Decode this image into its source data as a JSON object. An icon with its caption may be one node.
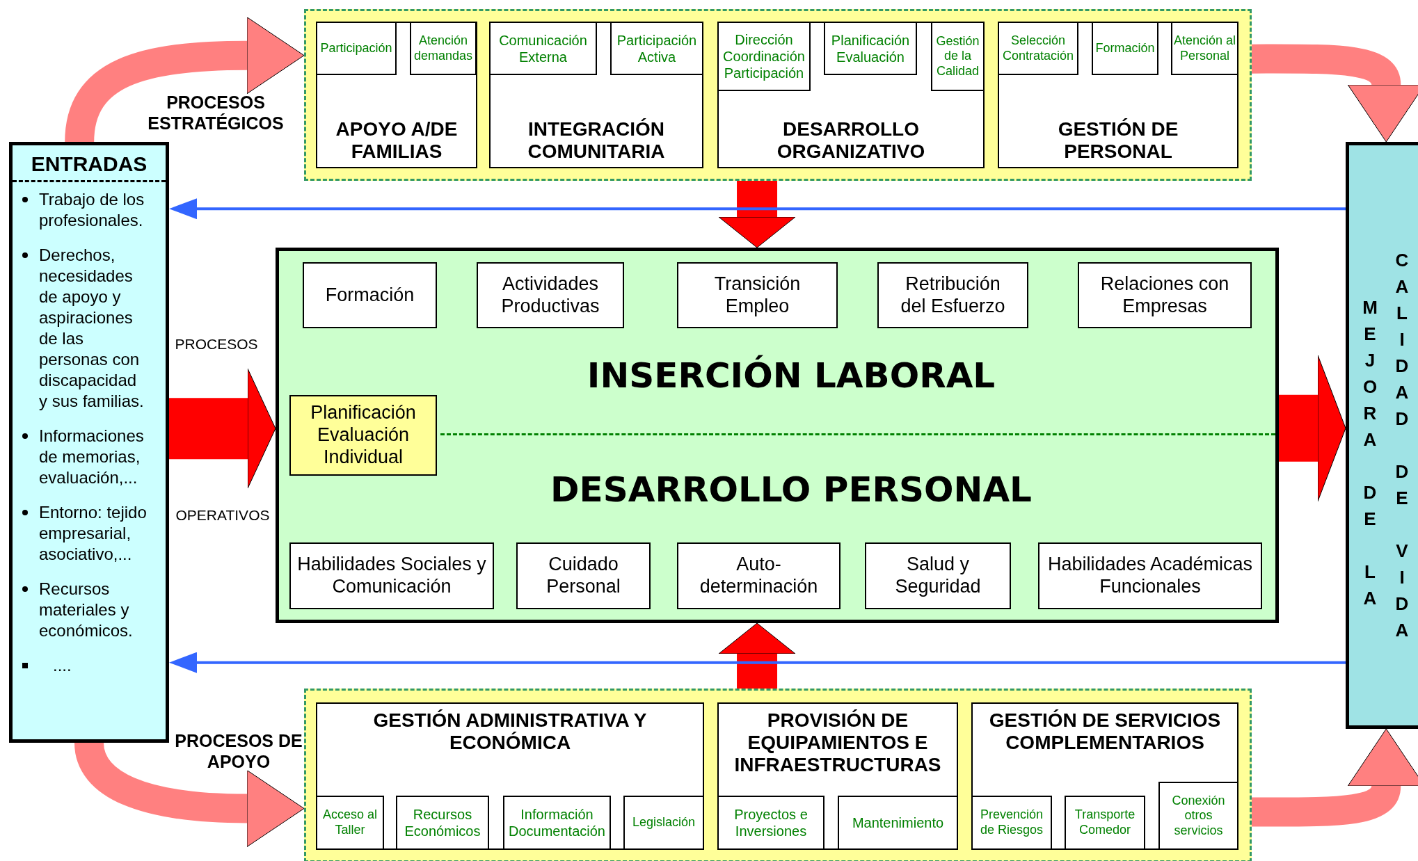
{
  "diagram": {
    "nodes": [
      {
        "text": [
          "ENTRADAS",
          "Trabajo de los profesionales.",
          "Derechos, necesidades de apoyo y aspiraciones de las personas con discapacidad y sus familias.",
          "Informaciones de memorias, evaluación,...",
          "Entorno: tejido empresarial, asociativo,...",
          "Recursos materiales y económicos.",
          "...."
        ]
      },
      {
        "text": [
          "MEJORA DE LA",
          "CALIDAD DE VIDA"
        ]
      },
      {
        "text": [],
        "shape": "box"
      },
      {
        "text": [
          "APOYO A/DE FAMILIAS"
        ],
        "in": 2
      },
      {
        "text": [
          "Participación"
        ],
        "in": 3
      },
      {
        "text": [
          "Atención demandas"
        ],
        "in": 3
      },
      {
        "text": [
          "INTEGRACIÓN COMUNITARIA"
        ],
        "in": 2
      },
      {
        "text": [
          "Comunicación Externa"
        ],
        "in": 6
      },
      {
        "text": [
          "Participación Activa"
        ],
        "in": 6
      },
      {
        "text": [
          "DESARROLLO ORGANIZATIVO"
        ],
        "in": 2
      },
      {
        "text": [
          "Dirección Coordinación Participación"
        ],
        "in": 9
      },
      {
        "text": [
          "Planificación Evaluación"
        ],
        "in": 9
      },
      {
        "text": [
          "Gestión de la Calidad"
        ],
        "in": 9
      },
      {
        "text": [
          "GESTIÓN DE PERSONAL"
        ],
        "in": 2
      },
      {
        "text": [
          "Selección Contratación"
        ],
        "in": 13
      },
      {
        "text": [
          "Formación"
        ],
        "in": 13
      },
      {
        "text": [
          "Atención al Personal"
        ],
        "in": 13
      },
      {
        "text": [
          "INSERCIÓN LABORAL",
          "DESARROLLO PERSONAL"
        ]
      },
      {
        "text": [
          "Formación"
        ],
        "in": 17
      },
      {
        "text": [
          "Actividades Productivas"
        ],
        "in": 17
      },
      {
        "text": [
          "Transición Empleo"
        ],
        "in": 17
      },
      {
        "text": [
          "Retribución del Esfuerzo"
        ],
        "in": 17
      },
      {
        "text": [
          "Relaciones con Empresas"
        ],
        "in": 17
      },
      {
        "text": [
          "Planificación Evaluación Individual"
        ],
        "in": 17
      },
      {
        "text": [
          "Habilidades Sociales y Comunicación"
        ],
        "in": 17
      },
      {
        "text": [
          "Cuidado Personal"
        ],
        "in": 17
      },
      {
        "text": [
          "Auto-determinación"
        ],
        "in": 17
      },
      {
        "text": [
          "Salud y Seguridad"
        ],
        "in": 17
      },
      {
        "text": [
          "Habilidades Académicas Funcionales"
        ],
        "in": 17
      },
      {
        "text": [],
        "shape": "box"
      },
      {
        "text": [
          "GESTIÓN ADMINISTRATIVA Y ECONÓMICA"
        ],
        "in": 29
      },
      {
        "text": [
          "Acceso al Taller"
        ],
        "in": 30
      },
      {
        "text": [
          "Recursos Económicos"
        ],
        "in": 30
      },
      {
        "text": [
          "Información Documentación"
        ],
        "in": 30
      },
      {
        "text": [
          "Legislación"
        ],
        "in": 30
      },
      {
        "text": [
          "PROVISIÓN DE EQUIPAMIENTOS E INFRAESTRUCTURAS"
        ],
        "in": 29
      },
      {
        "text": [
          "Proyectos e Inversiones"
        ],
        "in": 35
      },
      {
        "text": [
          "Mantenimiento"
        ],
        "in": 35
      },
      {
        "text": [
          "GESTIÓN DE SERVICIOS COMPLEMENTARIOS"
        ],
        "in": 29
      },
      {
        "text": [
          "Prevención de Riesgos"
        ],
        "in": 38
      },
      {
        "text": [
          "Transporte Comedor"
        ],
        "in": 38
      },
      {
        "text": [
          "Conexión otros servicios"
        ],
        "in": 38
      }
    ],
    "edges": [
      {
        "from": 0,
        "to": 17,
        "arrow": "to",
        "style": "thick",
        "color": "#ff0000"
      },
      {
        "from": 17,
        "to": 1,
        "arrow": "to",
        "style": "thick",
        "color": "#ff0000"
      },
      {
        "from": 2,
        "to": 17,
        "arrow": "to",
        "color": "#ff0000"
      },
      {
        "from": 29,
        "to": 17,
        "arrow": "to",
        "color": "#ff0000"
      },
      {
        "from": 1,
        "to": 0,
        "arrow": "to",
        "color": "#3366ff"
      },
      {
        "from": 1,
        "to": 0,
        "arrow": "to",
        "color": "#3366ff"
      },
      {
        "from": 0,
        "to": 2,
        "arrow": "to",
        "color": "#ff8080"
      },
      {
        "from": 2,
        "to": 1,
        "arrow": "to",
        "color": "#ff8080"
      },
      {
        "from": 0,
        "to": 29,
        "arrow": "to",
        "color": "#ff8080"
      },
      {
        "from": 29,
        "to": 1,
        "arrow": "to",
        "color": "#ff8080"
      }
    ],
    "labels": [
      "PROCESOS ESTRATÉGICOS",
      "PROCESOS",
      "OPERATIVOS",
      "PROCESOS DE APOYO"
    ]
  }
}
